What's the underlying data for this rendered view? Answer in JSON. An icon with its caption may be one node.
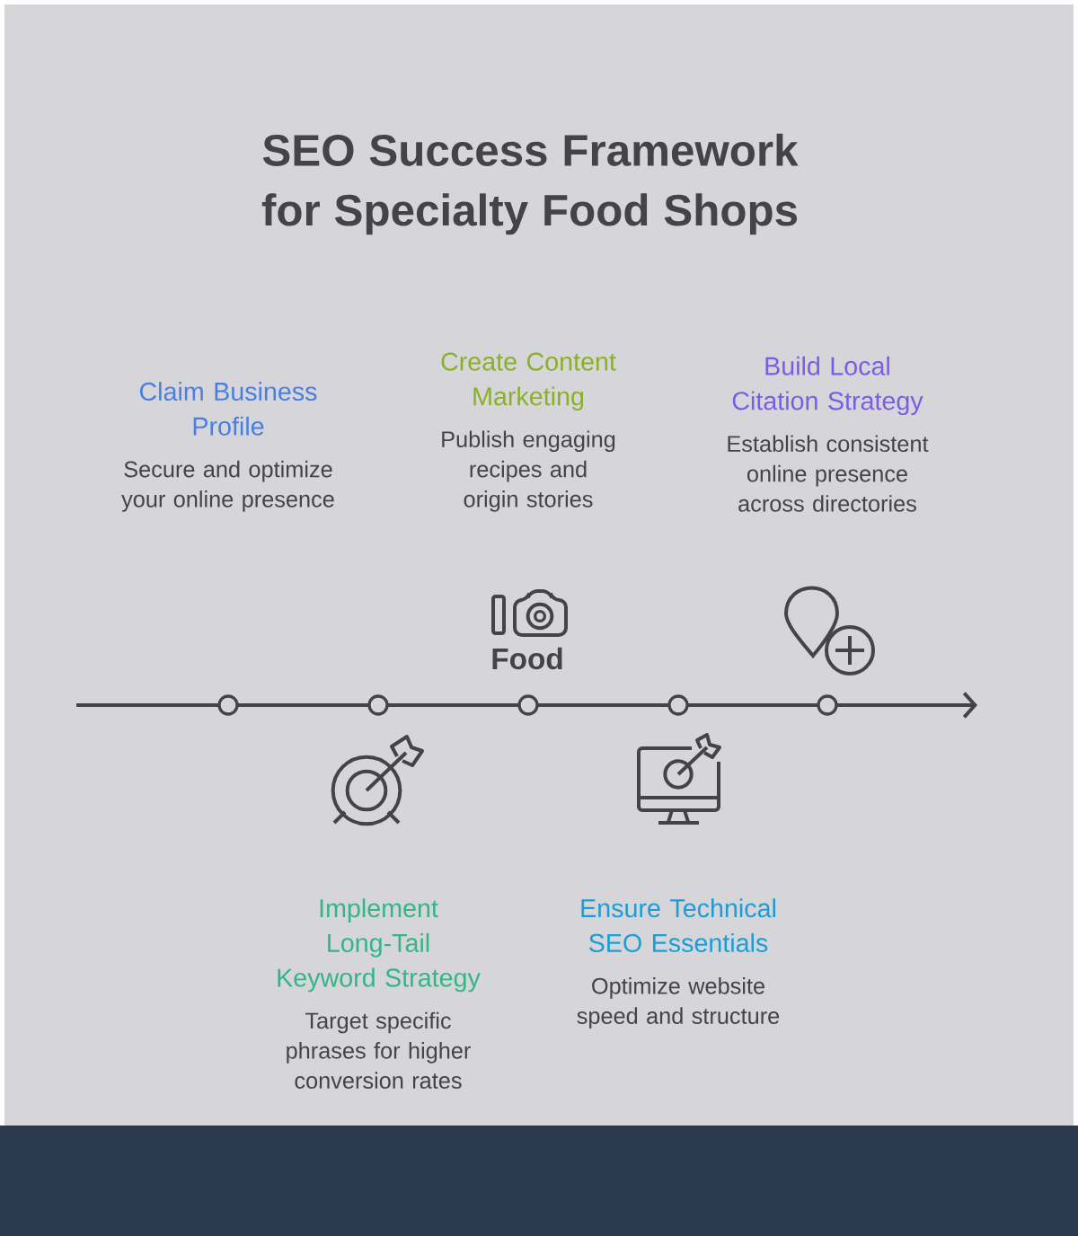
{
  "diagram": {
    "title": "SEO Success Framework for Specialty Food Shops",
    "nodes": [
      {
        "text": [
          "Claim Business Profile",
          "Secure and optimize your online presence"
        ]
      },
      {
        "text": [
          "Create Content Marketing",
          "Publish engaging recipes and origin stories"
        ]
      },
      {
        "text": [
          "Build Local Citation Strategy",
          "Establish consistent online presence across directories"
        ]
      },
      {
        "text": [
          "Implement Long-Tail Keyword Strategy",
          "Target specific phrases for higher conversion rates"
        ]
      },
      {
        "text": [
          "Ensure Technical SEO Essentials",
          "Optimize website speed and structure"
        ]
      }
    ],
    "labels": [
      "Food"
    ]
  }
}
